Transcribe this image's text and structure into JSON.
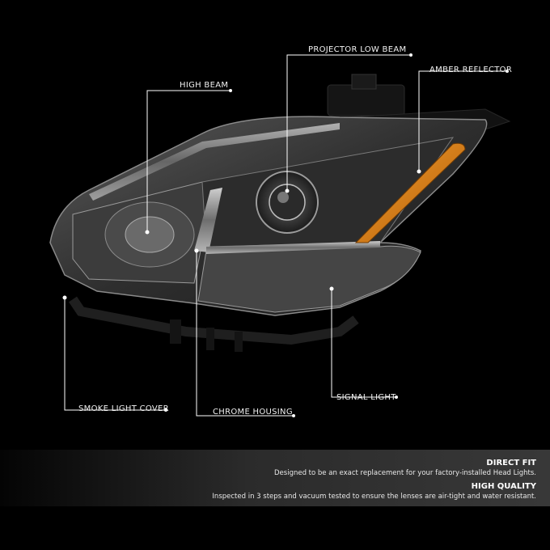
{
  "callouts": {
    "projector_low_beam": "PROJECTOR LOW BEAM",
    "amber_reflector": "AMBER REFLECTOR",
    "high_beam": "HIGH BEAM",
    "smoke_light_cover": "SMOKE LIGHT COVER",
    "chrome_housing": "CHROME HOUSING",
    "signal_light": "SIGNAL LIGHT"
  },
  "features": [
    {
      "title": "DIRECT FIT",
      "text": "Designed to be an exact replacement for your factory-installed Head Lights."
    },
    {
      "title": "HIGH QUALITY",
      "text": "Inspected in 3 steps and vacuum tested to ensure the lenses are air-tight and water resistant."
    }
  ],
  "colors": {
    "background": "#000000",
    "amber": "#d97a10",
    "callout_line": "#ffffff",
    "banner": "#333333"
  }
}
